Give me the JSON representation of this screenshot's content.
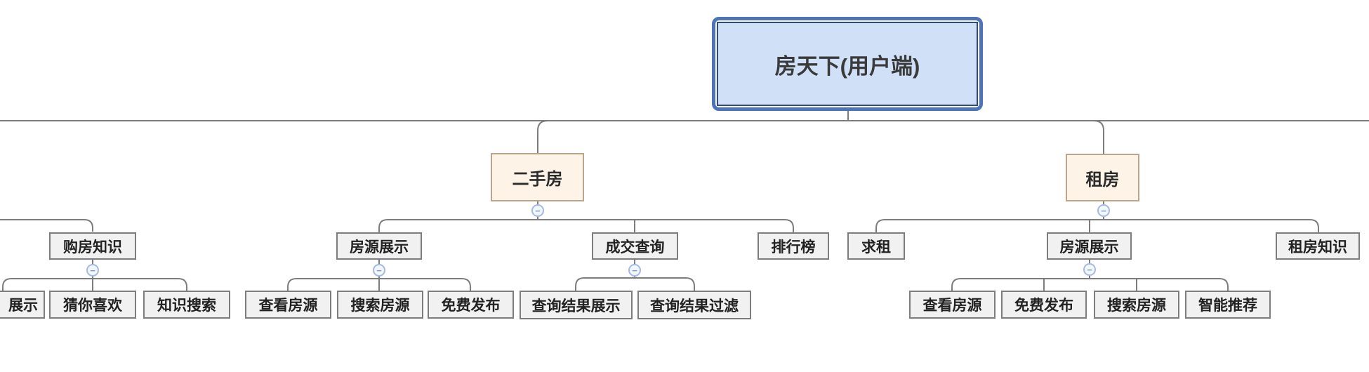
{
  "mindmap": {
    "root": {
      "label": "房天下(用户端)"
    },
    "collapse_glyph": "−",
    "left_branch": {
      "goufang_zhishi": {
        "label": "购房知识",
        "children": {
          "clipped_zhanshi": {
            "label": "展示"
          },
          "cai_ni_xihuan": {
            "label": "猜你喜欢"
          },
          "zhishi_sousuo": {
            "label": "知识搜索"
          }
        }
      }
    },
    "ershoufang": {
      "label": "二手房",
      "children": {
        "fangyuan_zhanshi": {
          "label": "房源展示",
          "children": {
            "chakan_fangyuan": {
              "label": "查看房源"
            },
            "sousuo_fangyuan": {
              "label": "搜索房源"
            },
            "mianfei_fabu": {
              "label": "免费发布"
            }
          }
        },
        "chengjiao_chaxun": {
          "label": "成交查询",
          "children": {
            "jieguo_zhanshi": {
              "label": "查询结果展示"
            },
            "jieguo_guolv": {
              "label": "查询结果过滤"
            }
          }
        },
        "paihangbang": {
          "label": "排行榜"
        }
      }
    },
    "zufang": {
      "label": "租房",
      "children": {
        "qiuzu": {
          "label": "求租"
        },
        "fangyuan_zhanshi": {
          "label": "房源展示",
          "children": {
            "chakan_fangyuan": {
              "label": "查看房源"
            },
            "mianfei_fabu": {
              "label": "免费发布"
            },
            "sousuo_fangyuan": {
              "label": "搜索房源"
            },
            "zhineng_tuijian": {
              "label": "智能推荐"
            }
          }
        },
        "zufang_zhishi": {
          "label": "租房知识"
        }
      }
    }
  }
}
